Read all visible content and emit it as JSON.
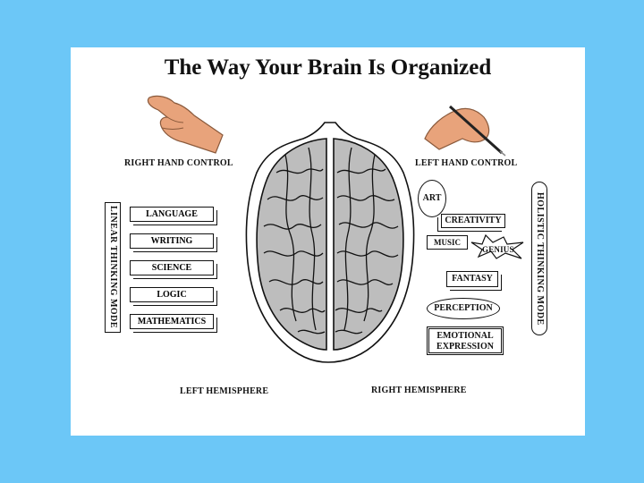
{
  "title": "The Way Your Brain Is Organized",
  "captions": {
    "right_hand_control": "RIGHT HAND CONTROL",
    "left_hand_control": "LEFT HAND CONTROL",
    "left_hemisphere": "LEFT HEMISPHERE",
    "right_hemisphere": "RIGHT HEMISPHERE"
  },
  "left_side": {
    "mode_label": "LINEAR THINKING MODE",
    "items": [
      "LANGUAGE",
      "WRITING",
      "SCIENCE",
      "LOGIC",
      "MATHEMATICS"
    ]
  },
  "right_side": {
    "mode_label": "HOLISTIC THINKING MODE",
    "items": [
      "ART",
      "CREATIVITY",
      "MUSIC",
      "GENIUS",
      "FANTASY",
      "PERCEPTION",
      "EMOTIONAL",
      "EXPRESSION"
    ]
  },
  "colors": {
    "background": "#6cc7f7",
    "slide": "#ffffff",
    "brain_fill": "#bdbdbd",
    "skin": "#e8a37b"
  }
}
